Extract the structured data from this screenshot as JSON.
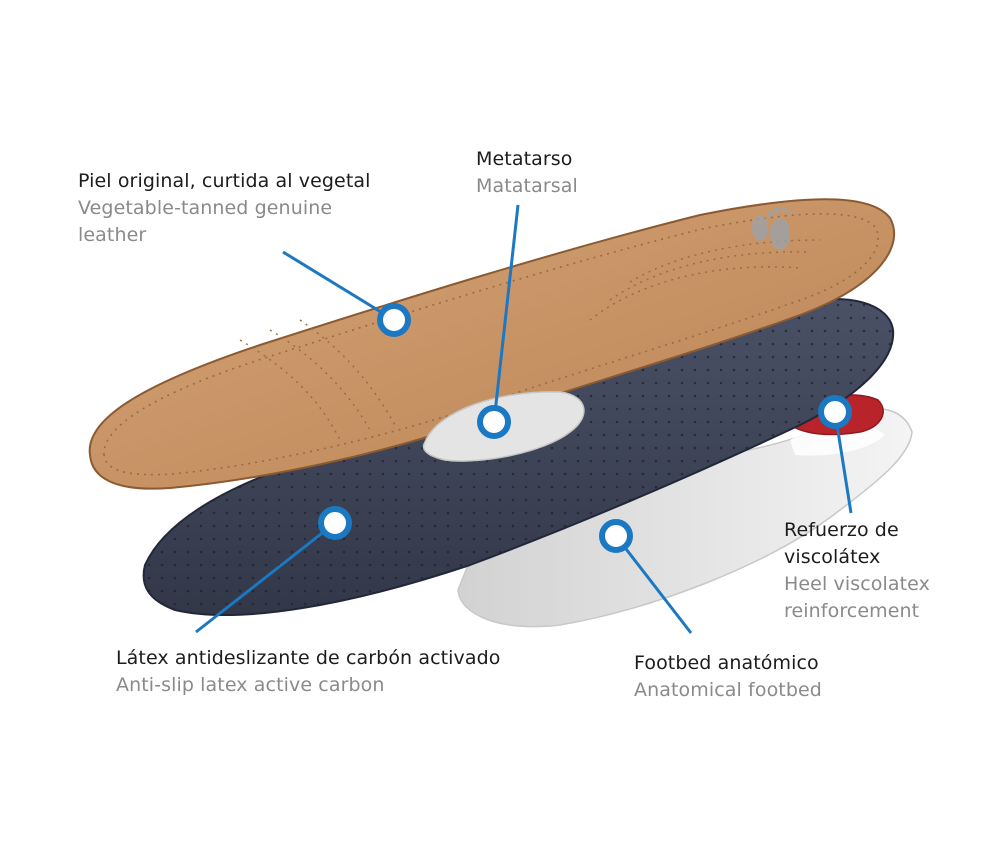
{
  "colors": {
    "leather": "#c48f62",
    "leather_edge": "#8a5a32",
    "latex": "#3c4256",
    "latex_edge": "#22283a",
    "footbed": "#dcdcdc",
    "viscolatex": "#b8242a",
    "metatarsal_pad": "#e4e4e4",
    "marker": "#1b78c2",
    "text_primary": "#1c1c1c",
    "text_secondary": "#8a8a8a"
  },
  "labels": {
    "leather": {
      "es": "Piel original, curtida al vegetal",
      "en": "Vegetable-tanned genuine leather",
      "marker_icon": "circle-marker-icon"
    },
    "metatarsal": {
      "es": "Metatarso",
      "en": "Matatarsal",
      "marker_icon": "circle-marker-icon"
    },
    "heel": {
      "es": "Refuerzo de viscolátex",
      "en": "Heel viscolatex reinforcement",
      "marker_icon": "circle-marker-icon"
    },
    "latex": {
      "es": "Látex antideslizante de carbón activado",
      "en": "Anti-slip latex active carbon",
      "marker_icon": "circle-marker-icon"
    },
    "footbed": {
      "es": "Footbed anatómico",
      "en": "Anatomical footbed",
      "marker_icon": "circle-marker-icon"
    }
  }
}
